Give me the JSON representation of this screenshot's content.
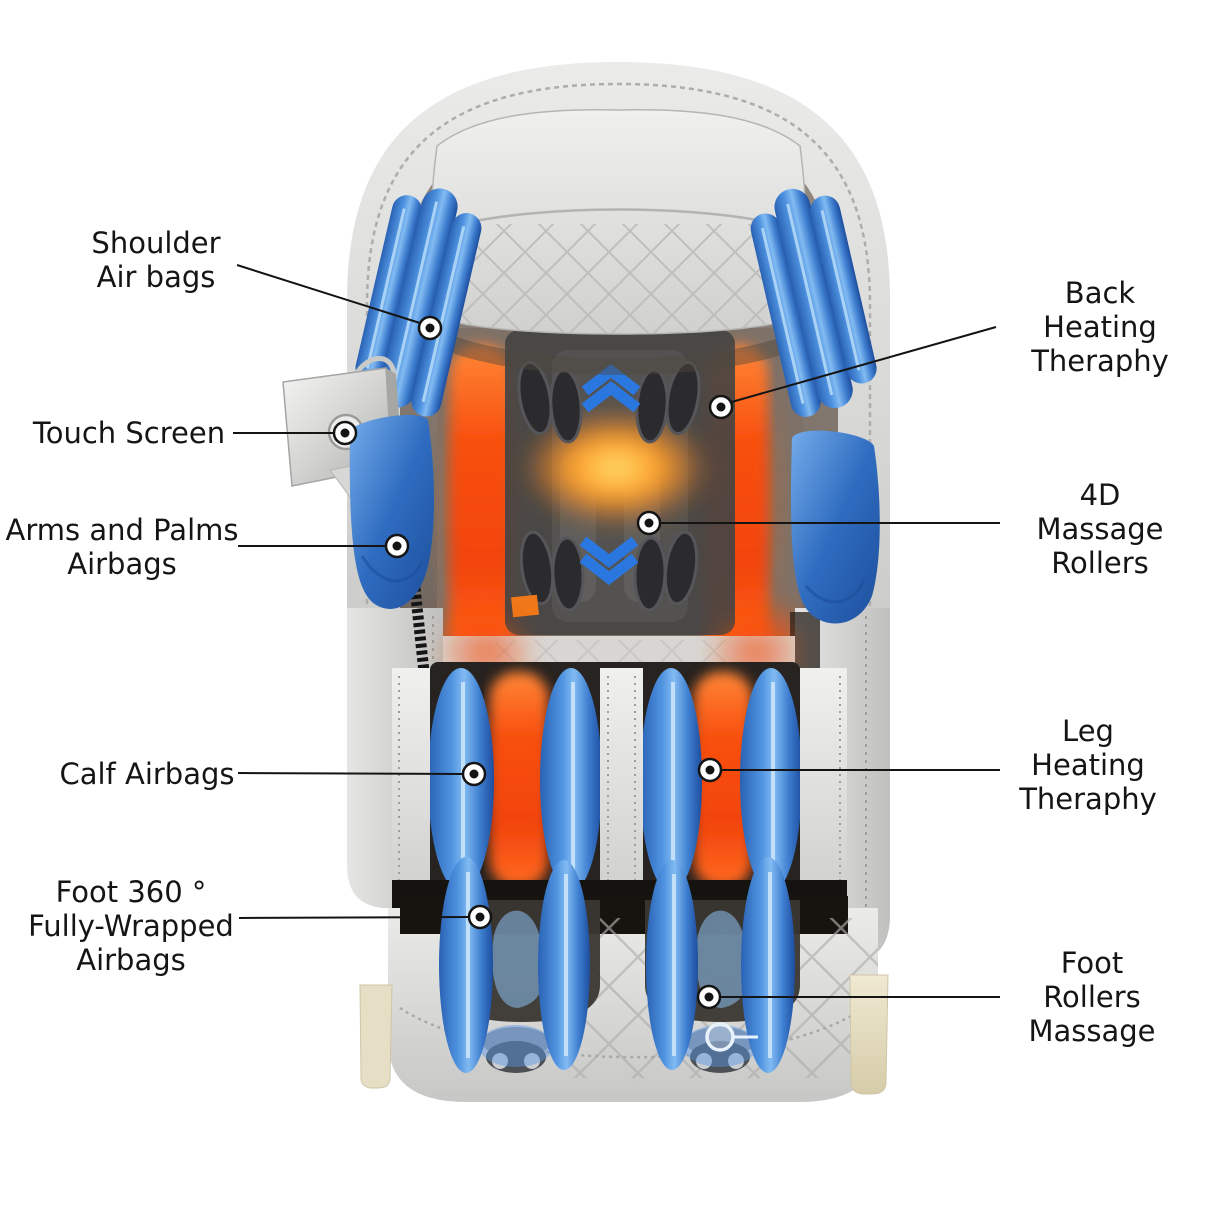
{
  "diagram": {
    "subject": "Massage chair feature diagram",
    "background": "#ffffff"
  },
  "labels": {
    "shoulder_airbags": "Shoulder\nAir bags",
    "touch_screen": "Touch Screen",
    "arms_palms_airbags": "Arms and Palms\nAirbags",
    "calf_airbags": "Calf Airbags",
    "foot_wrapped_airbags": "Foot 360 °\nFully-Wrapped\nAirbags",
    "back_heating": "Back Heating\nTheraphy",
    "massage_rollers": "4D Massage\nRollers",
    "leg_heating": "Leg Heating\nTheraphy",
    "foot_rollers": "Foot Rollers\nMassage"
  },
  "colors": {
    "airbag_blue": "#3f83d6",
    "airbag_blue_dark": "#1d4d9e",
    "heat_orange": "#f2440d",
    "glow_yellow": "#ffd95e",
    "chevron_blue": "#2b77e0",
    "chair_gray": "#d6d6d4",
    "leader_line": "#141414",
    "label_text": "#151515"
  }
}
